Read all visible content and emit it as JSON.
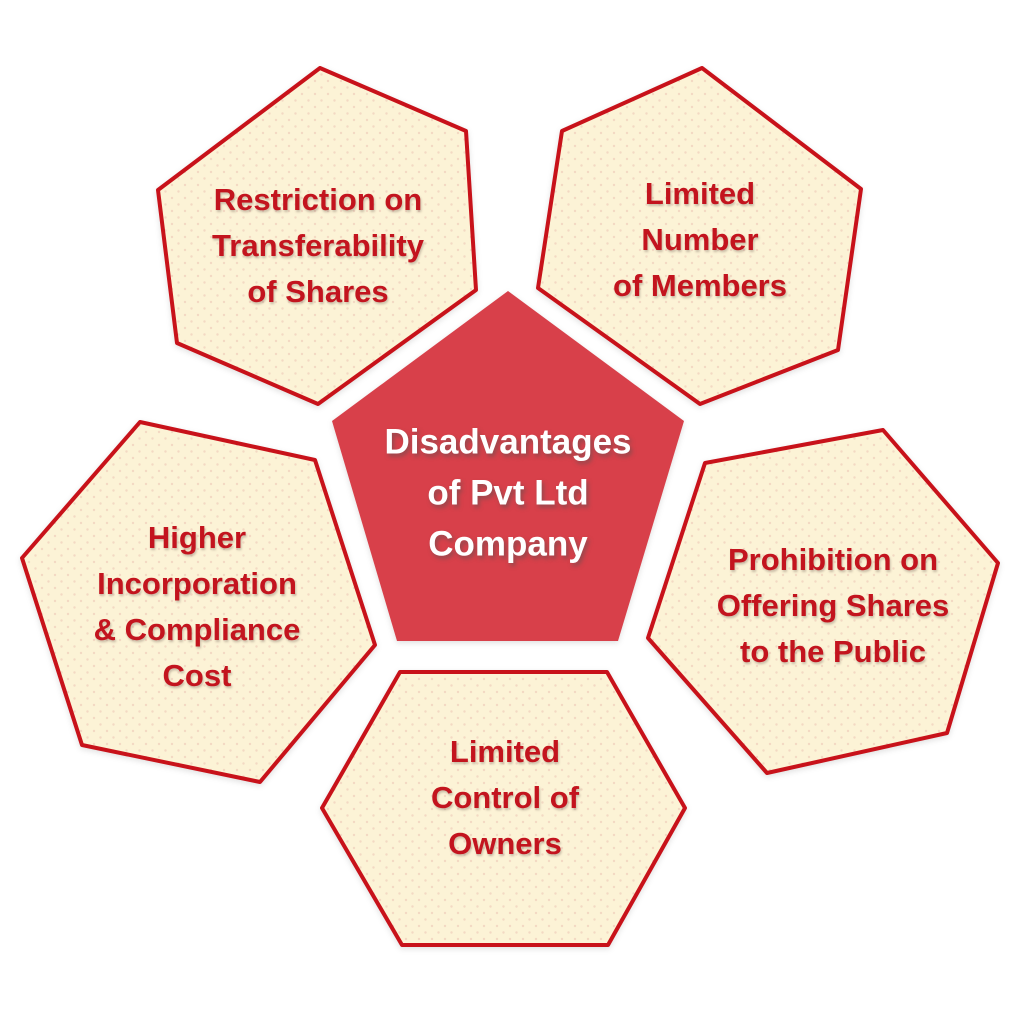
{
  "title": "Disadvantages of Pvt Ltd Company",
  "colors": {
    "background": "#FFFFFF",
    "node_fill": "#FCF3D6",
    "node_border": "#C8121A",
    "node_text": "#C3141E",
    "center_fill": "#D8404A",
    "center_text": "#FFFFFF",
    "dot": "#F3D9C3"
  },
  "center": {
    "lines": [
      "Disadvantages",
      "of Pvt Ltd",
      "Company"
    ]
  },
  "nodes": [
    {
      "id": "restriction-on-transferability-of-shares",
      "lines": [
        "Restriction on",
        "Transferability",
        "of Shares"
      ]
    },
    {
      "id": "limited-number-of-members",
      "lines": [
        "Limited",
        "Number",
        "of Members"
      ]
    },
    {
      "id": "higher-incorporation-and-compliance-cost",
      "lines": [
        "Higher",
        "Incorporation",
        "& Compliance",
        "Cost"
      ]
    },
    {
      "id": "prohibition-on-offering-shares-to-the-public",
      "lines": [
        "Prohibition on",
        "Offering Shares",
        "to the Public"
      ]
    },
    {
      "id": "limited-control-of-owners",
      "lines": [
        "Limited",
        "Control of",
        "Owners"
      ]
    }
  ]
}
